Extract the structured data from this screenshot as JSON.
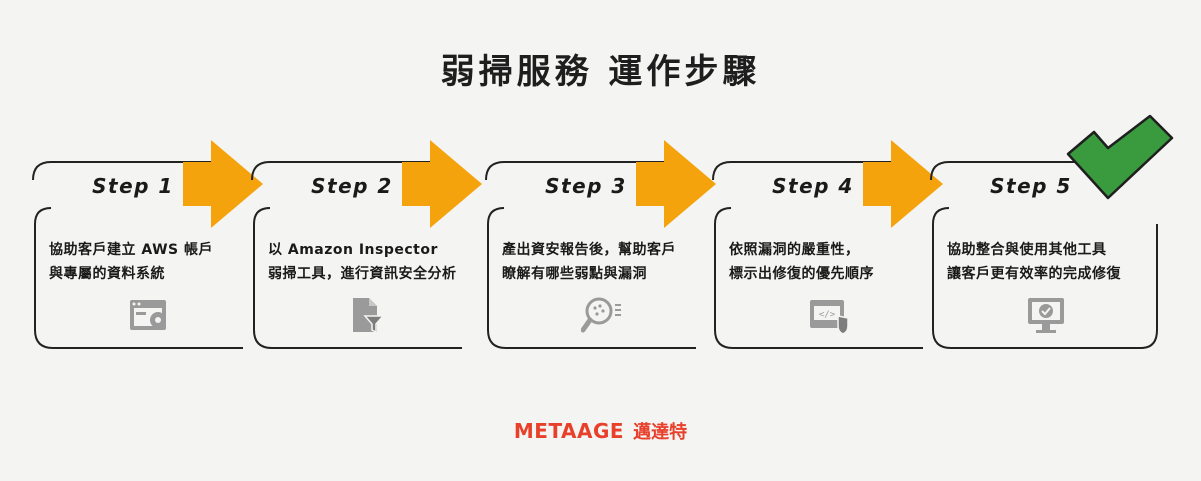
{
  "title": "弱掃服務 運作步驟",
  "steps": [
    {
      "label": "Step 1",
      "text": "協助客戶建立 AWS 帳戶\n與專屬的資料系統",
      "icon": "settings-window-icon"
    },
    {
      "label": "Step 2",
      "text": "以 Amazon Inspector\n弱掃工具，進行資訊安全分析",
      "icon": "document-filter-icon"
    },
    {
      "label": "Step 3",
      "text": "產出資安報告後，幫助客戶\n瞭解有哪些弱點與漏洞",
      "icon": "magnifier-analysis-icon"
    },
    {
      "label": "Step 4",
      "text": "依照漏洞的嚴重性，\n標示出修復的優先順序",
      "icon": "code-shield-icon"
    },
    {
      "label": "Step 5",
      "text": "協助整合與使用其他工具\n讓客戶更有效率的完成修復",
      "icon": "monitor-check-icon"
    }
  ],
  "brand": {
    "name_en": "METAAGE",
    "name_zh": "邁達特"
  },
  "colors": {
    "arrow": "#f5a30c",
    "check": "#3a9a3e",
    "icon": "#9a9a9a",
    "text": "#1a1a1a"
  }
}
